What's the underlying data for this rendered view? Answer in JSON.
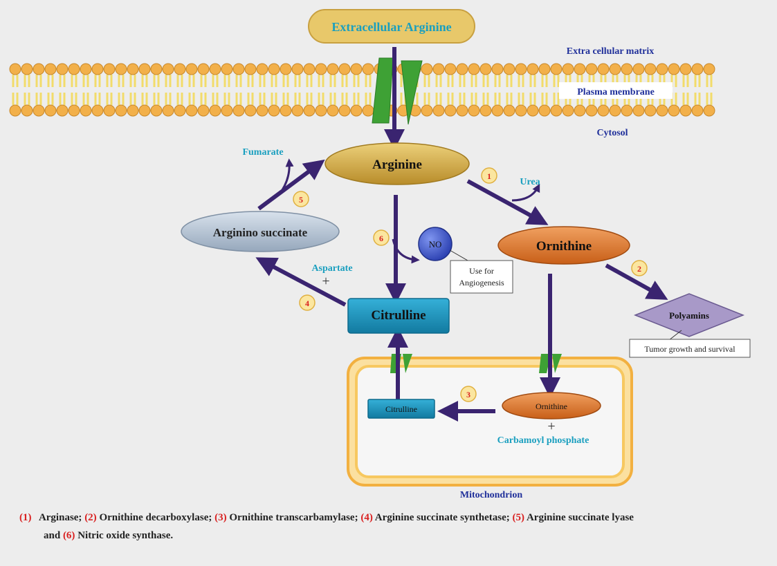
{
  "diagram": {
    "extracellular_arginine": "Extracellular Arginine",
    "extracellular_matrix": "Extra cellular matrix",
    "plasma_membrane": "Plasma membrane",
    "cytosol": "Cytosol",
    "arginine": "Arginine",
    "fumarate": "Fumarate",
    "urea": "Urea",
    "argininosuccinate": "Arginino succinate",
    "ornithine": "Ornithine",
    "no": "NO",
    "angiogenesis_line1": "Use for",
    "angiogenesis_line2": "Angiogenesis",
    "aspartate": "Aspartate",
    "citrulline": "Citrulline",
    "polyamins": "Polyamins",
    "tumor_growth": "Tumor growth and survival",
    "mito_citrulline": "Citrulline",
    "mito_ornithine": "Ornithine",
    "carbamoyl_phosphate": "Carbamoyl phosphate",
    "mitochondrion": "Mitochondrion",
    "plus": "+",
    "enzyme_numbers": {
      "e1": "1",
      "e2": "2",
      "e3": "3",
      "e4": "4",
      "e5": "5",
      "e6": "6"
    }
  },
  "legend": {
    "n1": "(1)",
    "t1": "Arginase;",
    "n2": "(2)",
    "t2": "Ornithine decarboxylase;",
    "n3": "(3)",
    "t3": "Ornithine transcarbamylase;",
    "n4": "(4)",
    "t4": "Arginine succinate synthetase;",
    "n5": "(5)",
    "t5": "Arginine succinate lyase",
    "and": "and",
    "n6": "(6)",
    "t6": "Nitric oxide synthase."
  },
  "colors": {
    "arrow": "#3a2470",
    "enzyme_number": "#d92020",
    "teal_label": "#1a9fbf",
    "navy_label": "#1f2f9a",
    "membrane_head": "#f2b04a",
    "membrane_tail": "#f2dc6a",
    "transporter": "#3ea135",
    "mito_outer": "#f5c060",
    "citrulline_box": "#1a8fb8",
    "ornithine_ellipse": "#e07a2a",
    "arginine_ellipse": "#d8b04a",
    "argininosuccinate_ellipse": "#b9c8d8",
    "no_circle": "#3a55c8",
    "polyamins_diamond": "#a899c8"
  }
}
